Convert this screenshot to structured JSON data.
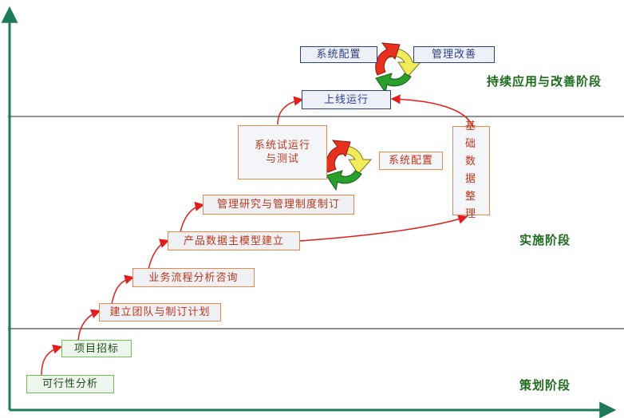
{
  "colors": {
    "axis": "#1f7a5a",
    "arrow": "#e01e1e",
    "divider": "#222222",
    "phase_text": "#1d6b1d",
    "cycle_red": "#e8301e",
    "cycle_yellow": "#f2ec5a",
    "cycle_green": "#2aa02a"
  },
  "phases": {
    "planning": "策划阶段",
    "implementation": "实施阶段",
    "continuous": "持续应用与改善阶段"
  },
  "steps": {
    "feasibility": "可行性分析",
    "bidding": "项目招标",
    "team_plan": "建立团队与制订计划",
    "process_analysis": "业务流程分析咨询",
    "master_model": "产品数据主模型建立",
    "management_research": "管理研究与管理制度制订",
    "trial_run": "系统试运行与测试",
    "config_impl": "系统配置",
    "base_data": "基础数据整理",
    "go_live": "上线运行",
    "config_cont": "系统配置",
    "mgmt_improve": "管理改善"
  }
}
